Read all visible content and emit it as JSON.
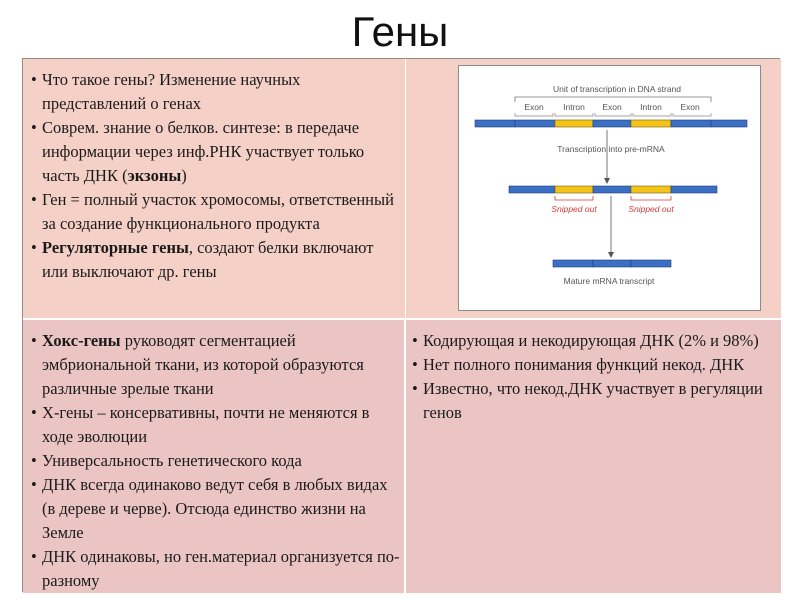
{
  "title": "Гены",
  "top_left": {
    "items": [
      {
        "pre": "",
        "bold": "",
        "post": "Что такое гены? Изменение научных представлений о генах"
      },
      {
        "pre": "",
        "bold": "",
        "post": "Соврем. знание о белков. синтезе: в передаче информации через инф.РНК участвует только часть ДНК ("
      },
      {
        "pre": "",
        "bold": "",
        "post": "Ген = полный участок хромосомы, ответственный за создание функционального продукта"
      },
      {
        "pre": "",
        "bold": "Регуляторные гены",
        "post": ", создают белки включают или выключают др. гены"
      }
    ],
    "exons_bold": "экзоны",
    "exons_close": ")"
  },
  "diagram": {
    "header": "Unit of transcription in DNA strand",
    "segments": [
      "Exon",
      "Intron",
      "Exon",
      "Intron",
      "Exon"
    ],
    "step1": "Transcription into pre-mRNA",
    "snip1": "Snipped out",
    "snip2": "Snipped out",
    "final": "Mature mRNA transcript",
    "colors": {
      "exon": "#3a6fc4",
      "intron": "#f2c318",
      "red": "#d63a3a"
    }
  },
  "bottom_left": {
    "items": [
      {
        "bold": "Хокс-гены",
        "post": " руководят сегментацией эмбриональной ткани, из которой образуются различные зрелые ткани"
      },
      {
        "bold": "",
        "post": "Х-гены – консервативны, почти не меняются в ходе эволюции"
      },
      {
        "bold": "",
        "post": "Универсальность генетического кода"
      },
      {
        "bold": "",
        "post": "ДНК всегда одинаково ведут себя в любых видах (в дереве и черве). Отсюда единство жизни на Земле"
      },
      {
        "bold": "",
        "post": "ДНК одинаковы, но ген.материал организуется по-разному"
      }
    ]
  },
  "bottom_right": {
    "items": [
      "Кодирующая  и некодирующая ДНК (2% и 98%)",
      "Нет полного понимания функций некод. ДНК",
      "Известно, что некод.ДНК  участвует в регуляции генов"
    ]
  }
}
